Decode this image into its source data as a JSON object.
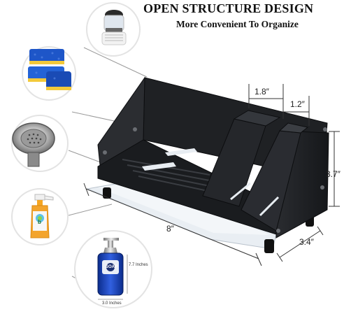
{
  "heading": {
    "title": "OPEN STRUCTURE DESIGN",
    "subtitle": "More Convenient To Organize"
  },
  "dimensions": {
    "front_width": "1.8″",
    "slot_width": "1.2″",
    "height": "3.7″",
    "length": "8″",
    "depth": "3.4″"
  },
  "bottle_label": {
    "height": "7.7 Inches",
    "width": "3.0 Inches",
    "brand": "SOAP"
  },
  "baby_bottle_label": {
    "letter": "b"
  },
  "icons": [
    "brush-icon",
    "sponge-icon",
    "drain-strainer-icon",
    "soap-bottle-icon",
    "glass-dispenser-icon"
  ],
  "colors": {
    "rack": "#1f2124",
    "tray": "#e9eef3",
    "circle_border": "#e6e6e6",
    "sponge_blue": "#1e56c8",
    "sponge_yellow": "#f3c93a"
  }
}
